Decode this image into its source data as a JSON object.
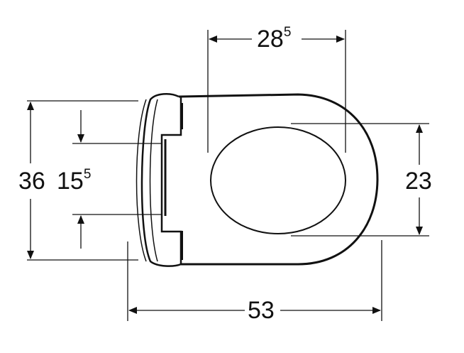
{
  "dimensions": {
    "top_width": {
      "main": "28",
      "sup": "5"
    },
    "overall_width": {
      "main": "36",
      "sup": ""
    },
    "fixing_distance": {
      "main": "15",
      "sup": "5"
    },
    "opening_depth": {
      "main": "23",
      "sup": ""
    },
    "overall_length": {
      "main": "53",
      "sup": ""
    }
  },
  "colors": {
    "line": "#111111",
    "background": "#ffffff"
  }
}
